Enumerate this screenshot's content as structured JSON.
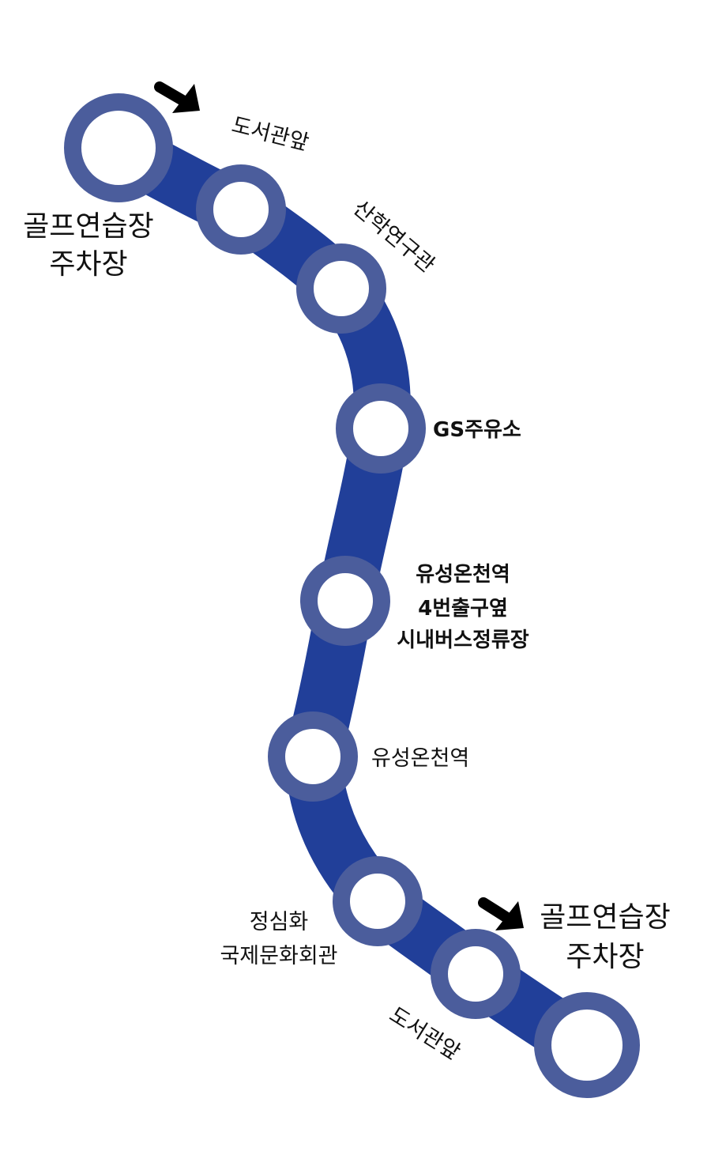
{
  "route": {
    "line_color": "#213f99",
    "stop_ring_color": "#4b5d9c",
    "stop_fill_color": "#ffffff",
    "arrow_color": "#000000",
    "stops": [
      {
        "id": "start",
        "lines": [
          "골프연습장",
          "주차장"
        ]
      },
      {
        "id": "library-1",
        "lines": [
          "도서관앞"
        ]
      },
      {
        "id": "research",
        "lines": [
          "산학연구관"
        ]
      },
      {
        "id": "gs",
        "lines": [
          "GS주유소"
        ]
      },
      {
        "id": "yuseong-exit4",
        "lines": [
          "유성온천역",
          "4번출구옆",
          "시내버스정류장"
        ]
      },
      {
        "id": "yuseong",
        "lines": [
          "유성온천역"
        ]
      },
      {
        "id": "jeongsimhwa",
        "lines": [
          "정심화",
          "국제문화회관"
        ]
      },
      {
        "id": "library-2",
        "lines": [
          "도서관앞"
        ]
      },
      {
        "id": "end",
        "lines": [
          "골프연습장",
          "주차장"
        ]
      }
    ]
  }
}
